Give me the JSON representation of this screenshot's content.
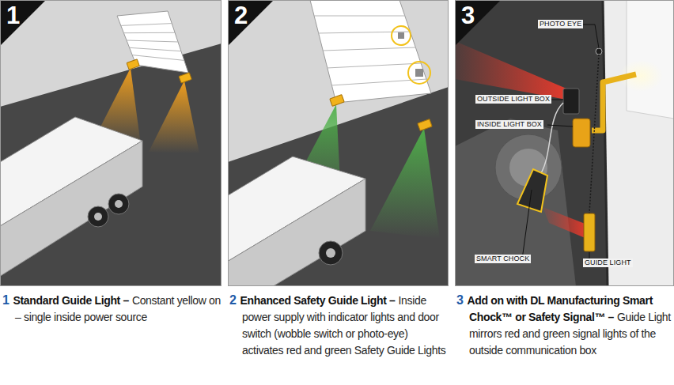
{
  "diagram": {
    "nodes": [
      {
        "text": [
          "1"
        ]
      },
      {
        "text": [
          "2"
        ]
      },
      {
        "text": [
          "3"
        ]
      }
    ],
    "labels": [
      "1",
      "Standard Guide Light –",
      "Constant yellow on – single inside power source",
      "2",
      "Enhanced Safety Guide Light –",
      "Inside power supply with indicator lights and door switch (wobble switch or photo-eye) activates red and green Safety Guide Lights",
      "3",
      "Add on with DL Manufacturing Smart Chock™ or Safety Signal™ –",
      "Guide Light mirrors red and green signal lights of the outside communication box",
      "PHOTO EYE",
      "OUTSIDE LIGHT BOX",
      "INSIDE LIGHT BOX",
      "SMART CHOCK",
      "GUIDE LIGHT"
    ]
  }
}
